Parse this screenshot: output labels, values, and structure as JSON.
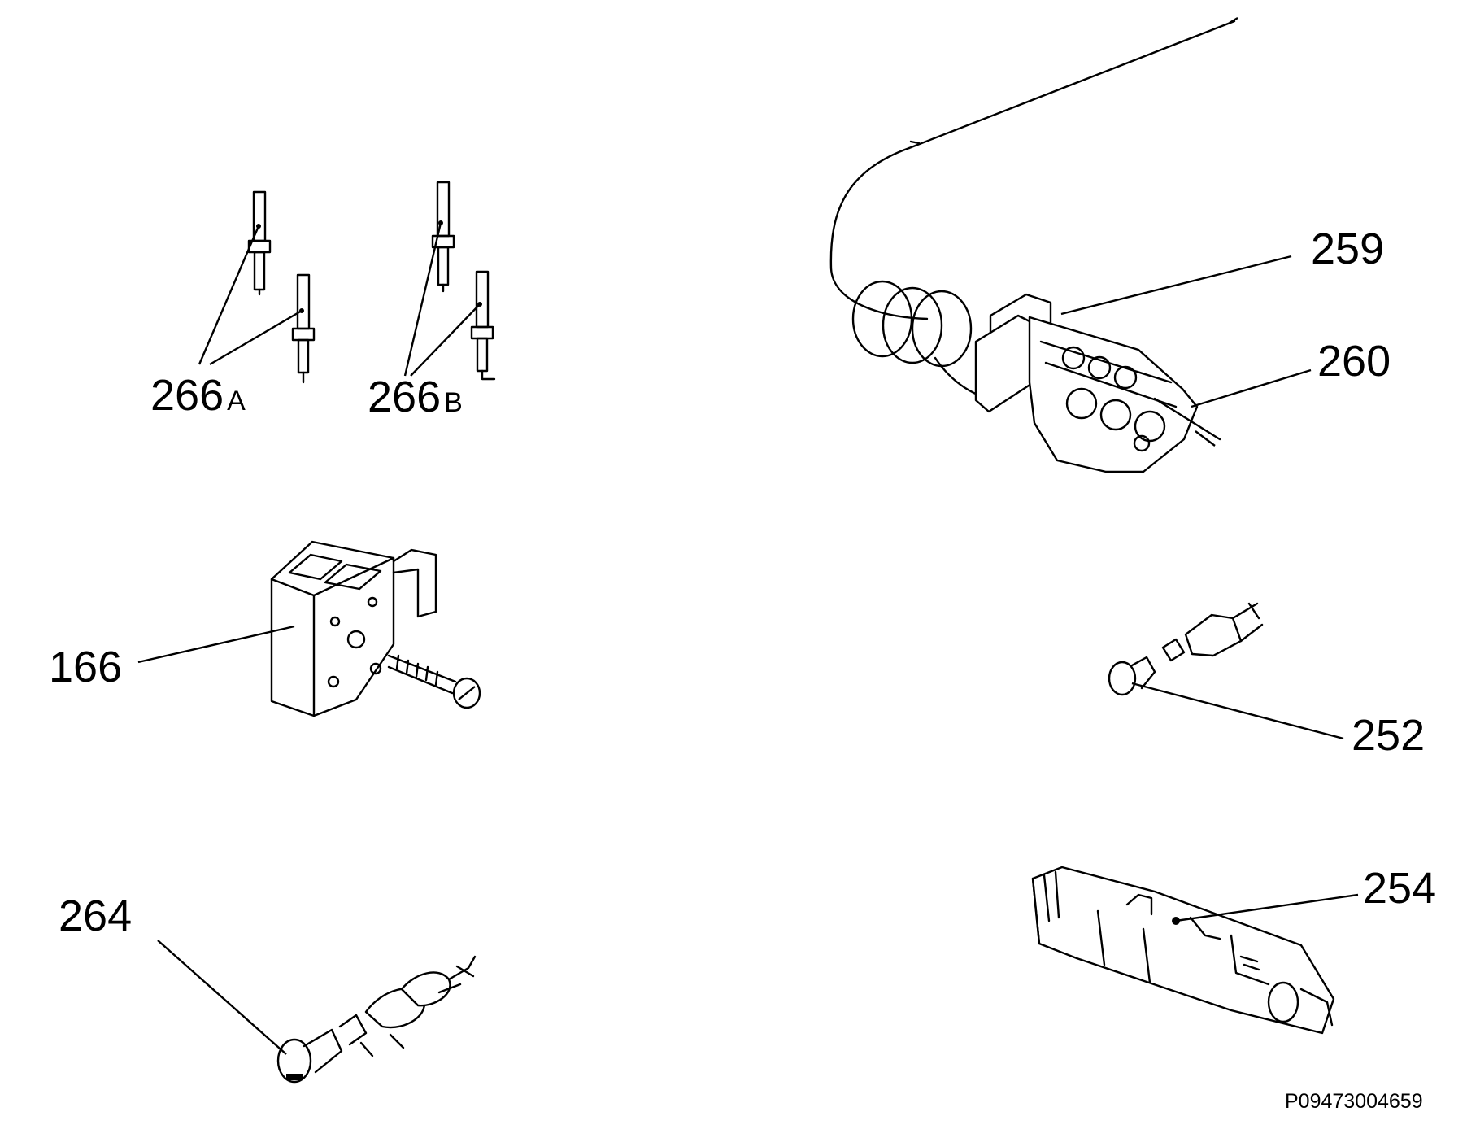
{
  "labels": {
    "p266a": "266",
    "p266a_suffix": "A",
    "p266b": "266",
    "p266b_suffix": "B",
    "p259": "259",
    "p260": "260",
    "p166": "166",
    "p252": "252",
    "p254": "254",
    "p264": "264"
  },
  "footer": {
    "code": "P09473004659"
  }
}
